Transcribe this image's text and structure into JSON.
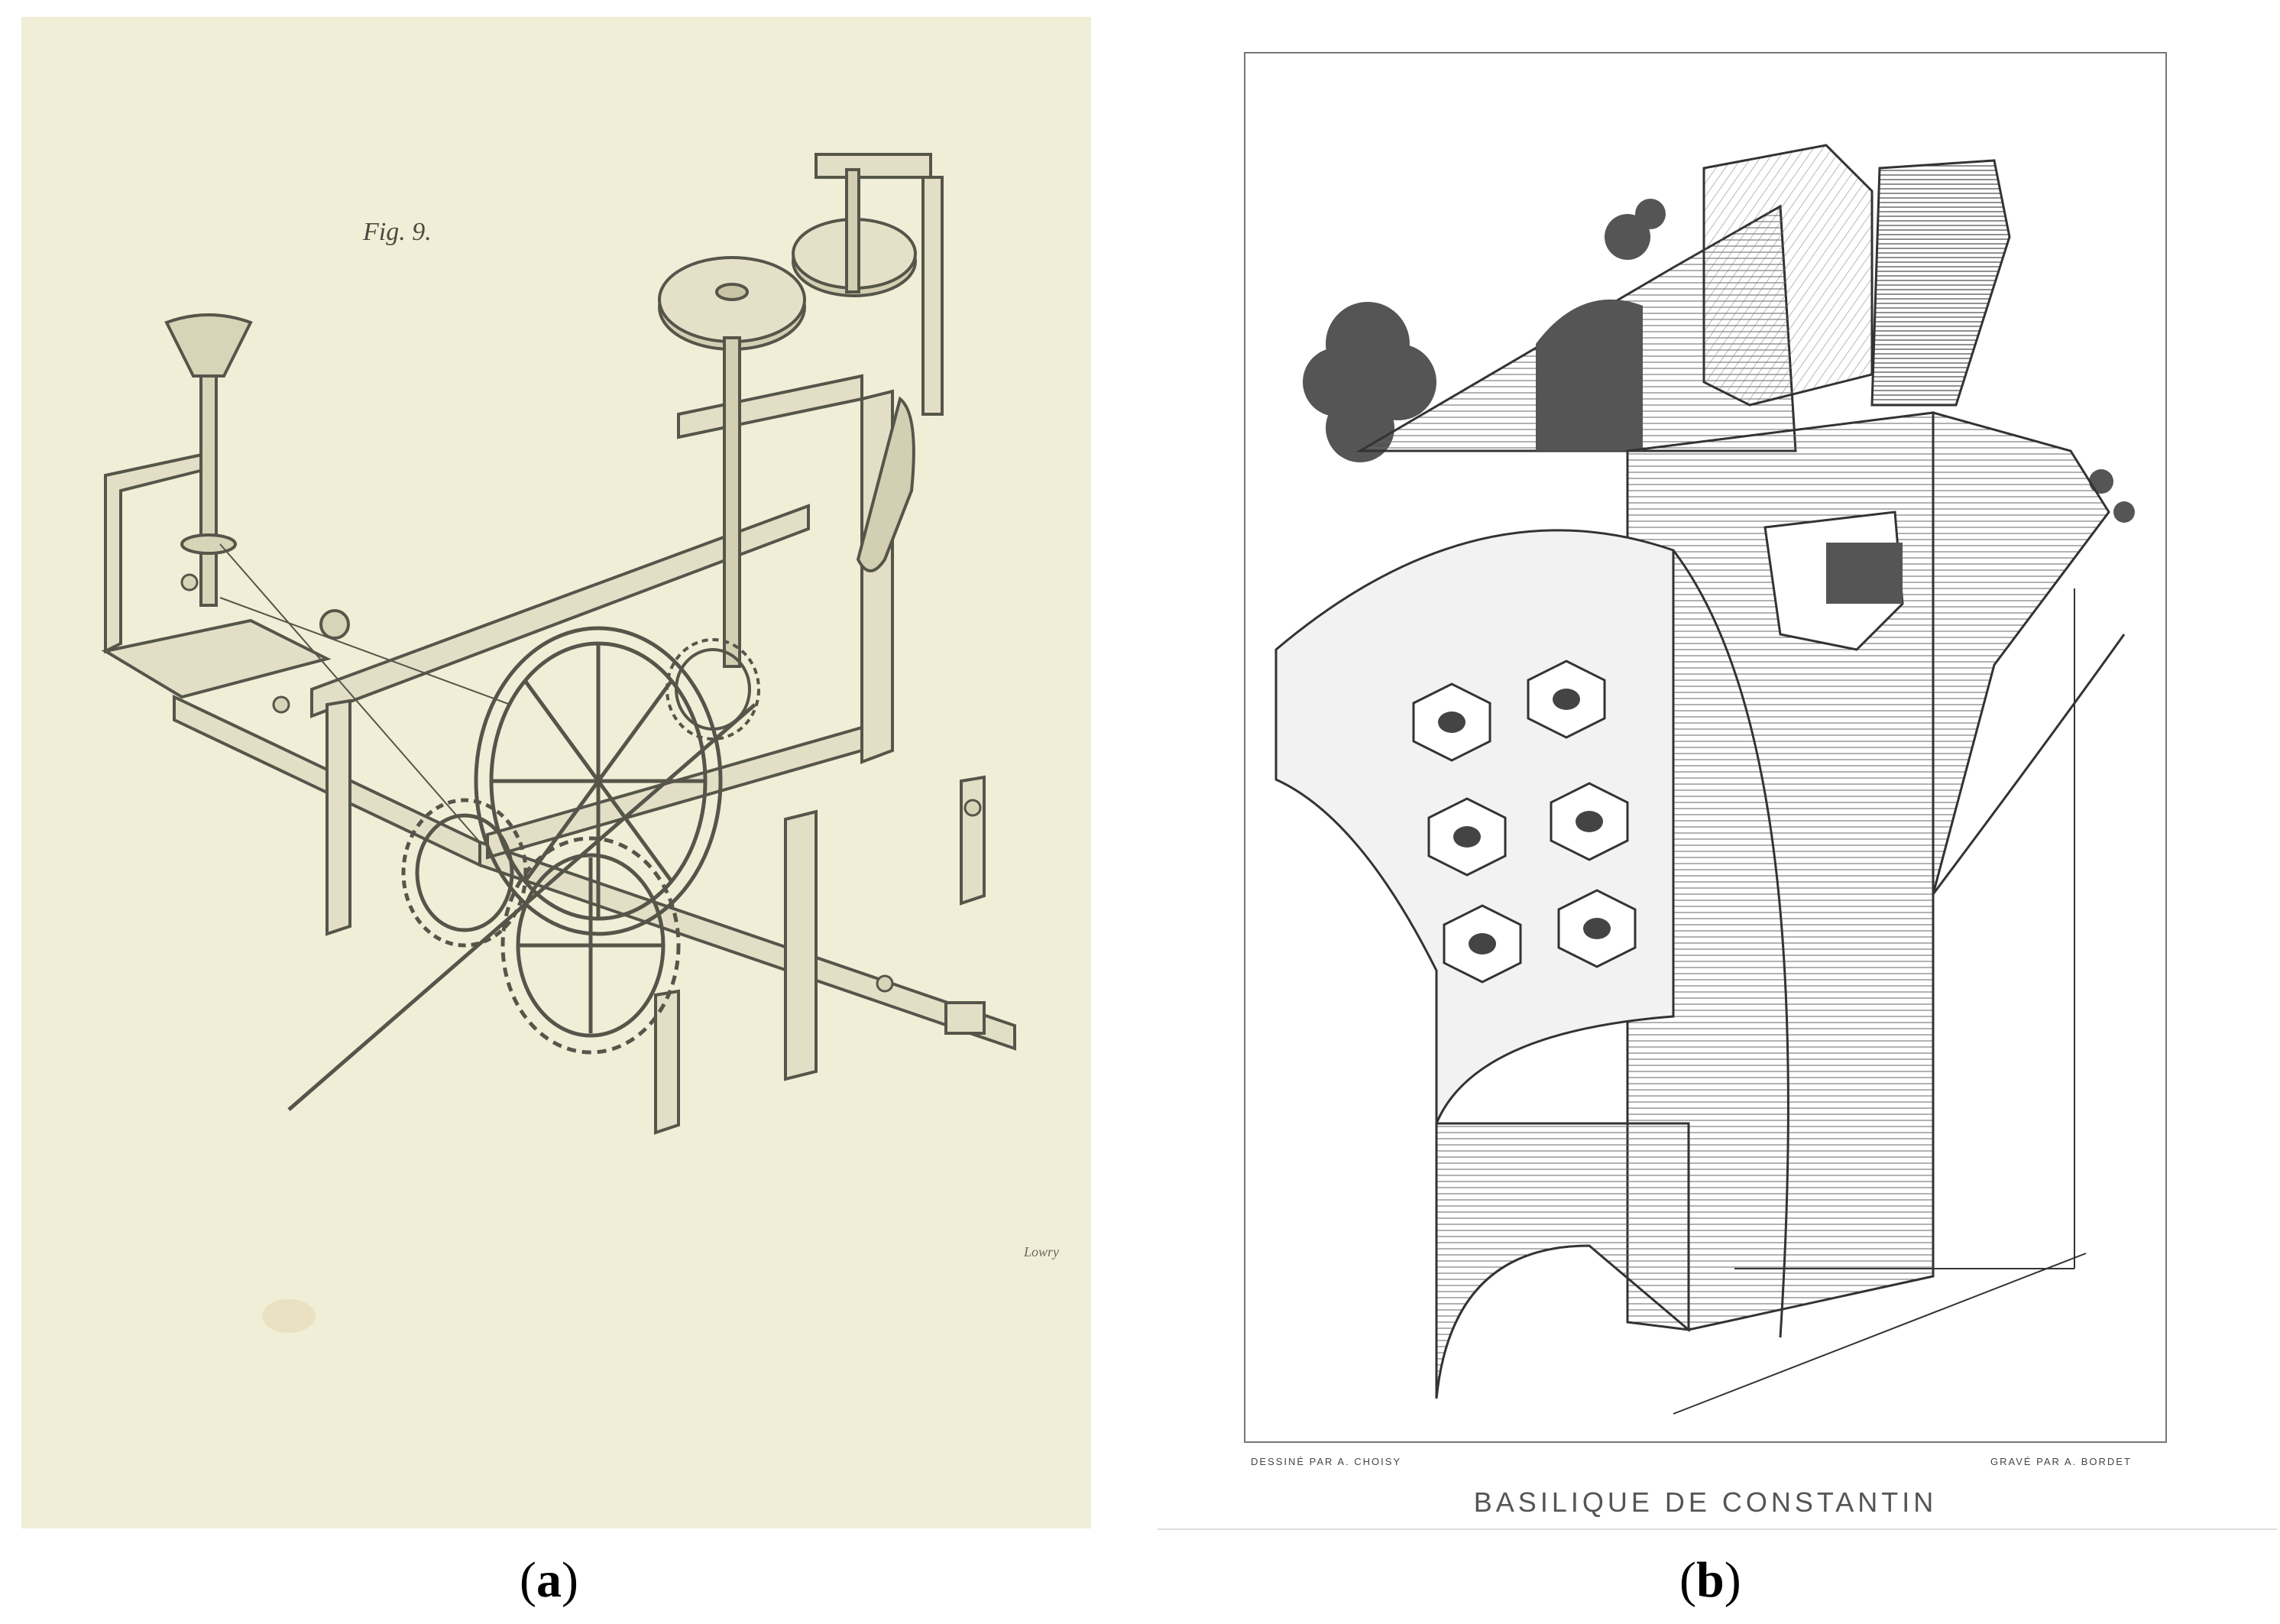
{
  "panel_a": {
    "fig_label": "Fig. 9.",
    "engraver": "Lowry",
    "background_color": "#f1eed7",
    "ink_color": "#55554a"
  },
  "panel_b": {
    "credit_left": "DESSINÉ PAR A. CHOISY",
    "credit_right": "GRAVÉ PAR A. BORDET",
    "title": "BASILIQUE DE CONSTANTIN",
    "ink_color": "#3a3a3a"
  },
  "captions": {
    "a": {
      "open": "(",
      "letter": "a",
      "close": ")"
    },
    "b": {
      "open": "(",
      "letter": "b",
      "close": ")"
    }
  }
}
